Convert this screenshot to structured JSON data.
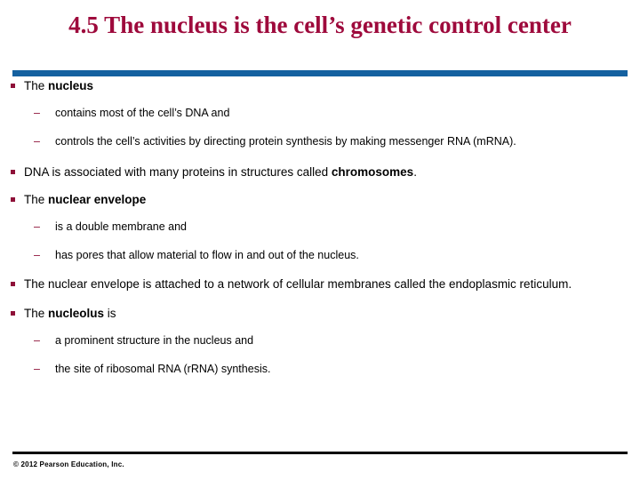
{
  "slide": {
    "title": "4.5 The nucleus is the cell’s genetic control center",
    "title_color": "#9E0A3C",
    "rule_color": "#1461A0",
    "bullet_color": "#8E1038",
    "background_color": "#ffffff"
  },
  "content": [
    {
      "level": 1,
      "bullet": "square-bullet",
      "parts": [
        {
          "text": "The ",
          "bold": false
        },
        {
          "text": "nucleus",
          "bold": true
        }
      ]
    },
    {
      "level": 2,
      "bullet": "dash-bullet",
      "dash": "–",
      "parts": [
        {
          "text": "contains most of the cell’s DNA and",
          "bold": false
        }
      ]
    },
    {
      "level": 2,
      "bullet": "dash-bullet",
      "dash": "–",
      "parts": [
        {
          "text": "controls the cell’s activities by directing protein synthesis by making messenger RNA (mRNA).",
          "bold": false
        }
      ]
    },
    {
      "level": 1,
      "bullet": "square-bullet",
      "parts": [
        {
          "text": "DNA is associated with many proteins in structures called ",
          "bold": false
        },
        {
          "text": "chromosomes",
          "bold": true
        },
        {
          "text": ".",
          "bold": false
        }
      ]
    },
    {
      "level": 1,
      "bullet": "square-bullet",
      "parts": [
        {
          "text": "The ",
          "bold": false
        },
        {
          "text": "nuclear envelope",
          "bold": true
        }
      ]
    },
    {
      "level": 2,
      "bullet": "dash-bullet",
      "dash": "–",
      "parts": [
        {
          "text": "is a double membrane and",
          "bold": false
        }
      ]
    },
    {
      "level": 2,
      "bullet": "dash-bullet",
      "dash": "–",
      "parts": [
        {
          "text": "has pores that allow material to flow in and out of the nucleus.",
          "bold": false
        }
      ]
    },
    {
      "level": 1,
      "bullet": "square-bullet",
      "parts": [
        {
          "text": "The nuclear envelope is attached to a network of cellular membranes called the endoplasmic reticulum.",
          "bold": false
        }
      ]
    },
    {
      "level": 1,
      "bullet": "square-bullet",
      "parts": [
        {
          "text": "The ",
          "bold": false
        },
        {
          "text": "nucleolus",
          "bold": true
        },
        {
          "text": " is",
          "bold": false
        }
      ]
    },
    {
      "level": 2,
      "bullet": "dash-bullet",
      "dash": "–",
      "parts": [
        {
          "text": "a prominent structure in the nucleus and",
          "bold": false
        }
      ]
    },
    {
      "level": 2,
      "bullet": "dash-bullet",
      "dash": "–",
      "parts": [
        {
          "text": "the site of ribosomal RNA (rRNA) synthesis.",
          "bold": false
        }
      ]
    }
  ],
  "text_lines": {
    "l0": "The nucleus",
    "l0_plain": "The ",
    "l0_bold": "nucleus",
    "l1": "contains most of the cell’s DNA and",
    "l2": "controls the cell’s activities by directing protein synthesis by making messenger RNA (mRNA).",
    "l3_plain": "DNA is associated with many proteins in structures called ",
    "l3_bold": "chromosomes",
    "l3_tail": ".",
    "l4_plain": "The ",
    "l4_bold": "nuclear envelope",
    "l5": "is a double membrane and",
    "l6": "has pores that allow material to flow in and out of the nucleus.",
    "l7": "The nuclear envelope is attached to a network of cellular membranes called the endoplasmic reticulum.",
    "l8_plain": "The ",
    "l8_bold": "nucleolus",
    "l8_tail": " is",
    "l9": "a prominent structure in the nucleus and",
    "l10": "the site of ribosomal RNA (rRNA) synthesis.",
    "dash": "–"
  },
  "footer": {
    "copyright": "© 2012 Pearson Education, Inc."
  }
}
